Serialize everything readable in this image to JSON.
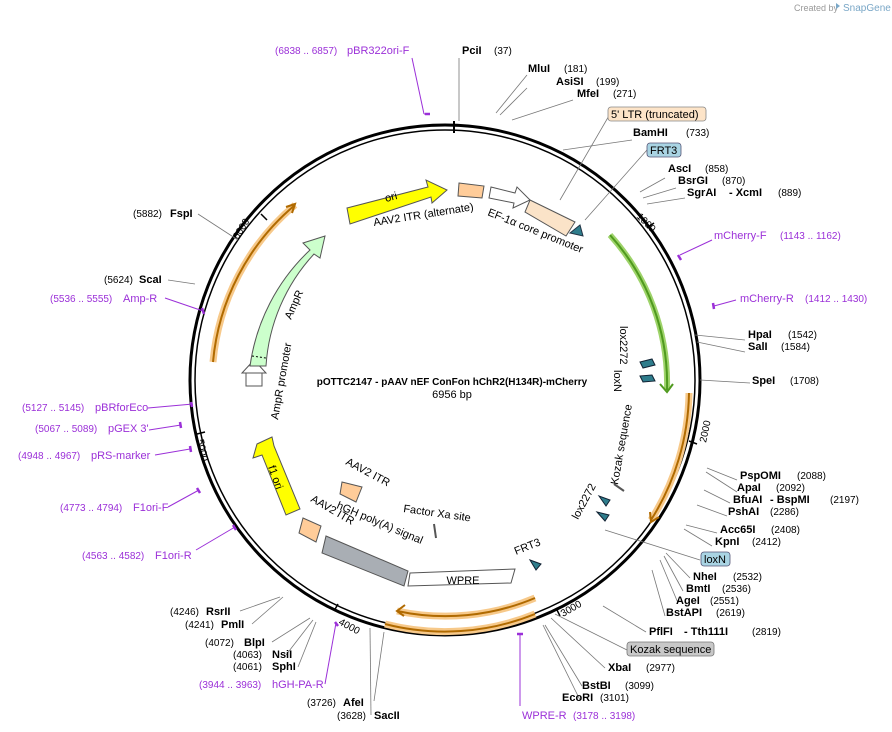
{
  "credit": {
    "prefix": "Created by",
    "brand": "SnapGene"
  },
  "plasmid": {
    "name": "pOTTC2147 - pAAV nEF ConFon hChR2(H134R)-mCherry",
    "length": "6956 bp"
  },
  "ticks": [
    "1000",
    "2000",
    "3000",
    "4000",
    "5000",
    "6000"
  ],
  "colors": {
    "primer": "#9b30d8",
    "enzyme": "#000000",
    "ori": "#ffff00",
    "ampr": "#ccffcc",
    "itr": "#ffcc99",
    "polyA": "#a9aeb4",
    "orange": "#f0a020",
    "green": "#66cc33"
  },
  "enzymes": [
    {
      "name": "PciI",
      "pos": "(37)"
    },
    {
      "name": "MluI",
      "pos": "(181)"
    },
    {
      "name": "AsiSI",
      "pos": "(199)"
    },
    {
      "name": "MfeI",
      "pos": "(271)"
    },
    {
      "name": "BamHI",
      "pos": "(733)"
    },
    {
      "name": "AscI",
      "pos": "(858)"
    },
    {
      "name": "BsrGI",
      "pos": "(870)"
    },
    {
      "name": "SgrAI",
      "pos": "(889)",
      "extra": "- XcmI"
    },
    {
      "name": "HpaI",
      "pos": "(1542)"
    },
    {
      "name": "SalI",
      "pos": "(1584)"
    },
    {
      "name": "SpeI",
      "pos": "(1708)"
    },
    {
      "name": "PspOMI",
      "pos": "(2088)"
    },
    {
      "name": "ApaI",
      "pos": "(2092)"
    },
    {
      "name": "BfuAI",
      "pos": "(2197)",
      "extra": "- BspMI"
    },
    {
      "name": "PshAI",
      "pos": "(2286)"
    },
    {
      "name": "Acc65I",
      "pos": "(2408)"
    },
    {
      "name": "KpnI",
      "pos": "(2412)"
    },
    {
      "name": "NheI",
      "pos": "(2532)"
    },
    {
      "name": "BmtI",
      "pos": "(2536)"
    },
    {
      "name": "AgeI",
      "pos": "(2551)"
    },
    {
      "name": "BstAPI",
      "pos": "(2619)"
    },
    {
      "name": "PflFI",
      "pos": "(2819)",
      "extra": "- Tth111I"
    },
    {
      "name": "XbaI",
      "pos": "(2977)"
    },
    {
      "name": "BstBI",
      "pos": "(3099)"
    },
    {
      "name": "EcoRI",
      "pos": "(3101)"
    },
    {
      "name": "AfeI",
      "pos": "(3726)"
    },
    {
      "name": "SacII",
      "pos": "(3628)"
    },
    {
      "name": "SphI",
      "pos": "(4061)"
    },
    {
      "name": "NsiI",
      "pos": "(4063)"
    },
    {
      "name": "BlpI",
      "pos": "(4072)"
    },
    {
      "name": "PmlI",
      "pos": "(4241)"
    },
    {
      "name": "RsrII",
      "pos": "(4246)"
    },
    {
      "name": "ScaI",
      "pos": "(5624)"
    },
    {
      "name": "FspI",
      "pos": "(5882)"
    }
  ],
  "primers": [
    {
      "name": "pBR322ori-F",
      "range": "(6838 .. 6857)"
    },
    {
      "name": "mCherry-F",
      "range": "(1143 .. 1162)"
    },
    {
      "name": "mCherry-R",
      "range": "(1412 .. 1430)"
    },
    {
      "name": "Amp-R",
      "range": "(5536 .. 5555)"
    },
    {
      "name": "pBRforEco",
      "range": "(5127 .. 5145)"
    },
    {
      "name": "pGEX 3'",
      "range": "(5067 .. 5089)"
    },
    {
      "name": "pRS-marker",
      "range": "(4948 .. 4967)"
    },
    {
      "name": "F1ori-F",
      "range": "(4773 .. 4794)"
    },
    {
      "name": "F1ori-R",
      "range": "(4563 .. 4582)"
    },
    {
      "name": "hGH-PA-R",
      "range": "(3944 .. 3963)"
    },
    {
      "name": "WPRE-R",
      "range": "(3178 .. 3198)"
    }
  ],
  "boxed": [
    {
      "name": "5' LTR (truncated)"
    },
    {
      "name": "FRT3"
    },
    {
      "name": "loxN"
    },
    {
      "name": "Kozak sequence"
    }
  ],
  "features": {
    "ori": "ori",
    "aav2_itr_alt": "AAV2 ITR (alternate)",
    "ef1a": "EF-1α core promoter",
    "ampr": "AmpR",
    "ampr_promoter": "AmpR promoter",
    "f1_ori": "f1 ori",
    "aav2_itr_a": "AAV2 ITR",
    "aav2_itr_b": "AAV2 ITR",
    "hgh_polya": "hGH poly(A) signal",
    "factor_xa": "Factor Xa site",
    "wpre": "WPRE",
    "frt3": "FRT3",
    "lox2272_a": "lox2272",
    "loxn": "loxN",
    "kozak": "Kozak sequence",
    "lox2272_b": "lox2272"
  }
}
